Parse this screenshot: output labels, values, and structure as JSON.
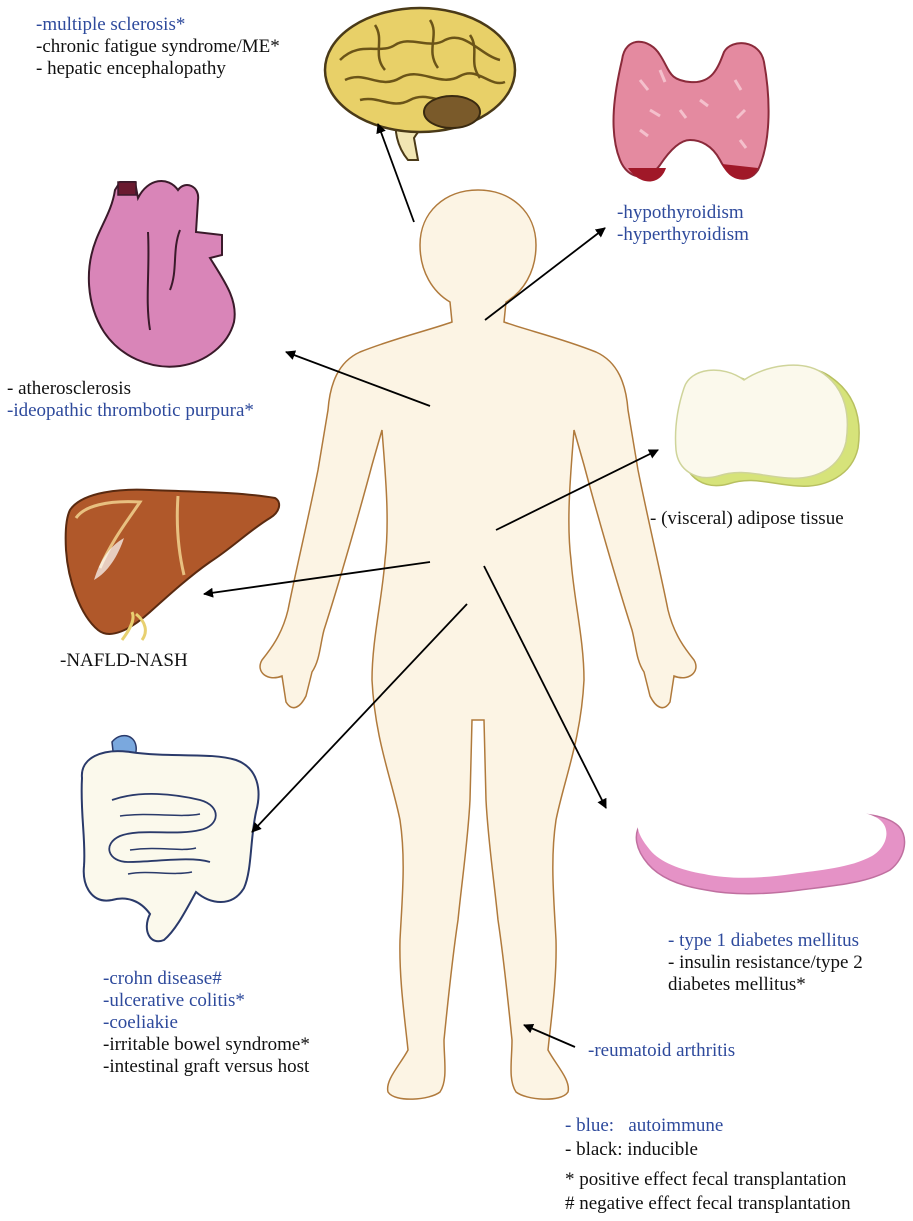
{
  "colors": {
    "autoimmune": "#2e4a9c",
    "inducible": "#111111",
    "body_fill": "#fcf4e4",
    "body_outline": "#b07a3c"
  },
  "organs": {
    "brain": {
      "icon": "brain-icon",
      "labels": [
        {
          "text": "-multiple sclerosis*",
          "category": "autoimmune"
        },
        {
          "text": "-chronic fatigue syndrome/ME*",
          "category": "inducible"
        },
        {
          "text": "- hepatic encephalopathy",
          "category": "inducible"
        }
      ]
    },
    "thyroid": {
      "icon": "thyroid-icon",
      "labels": [
        {
          "text": "-hypothyroidism",
          "category": "autoimmune"
        },
        {
          "text": "-hyperthyroidism",
          "category": "autoimmune"
        }
      ]
    },
    "heart": {
      "icon": "heart-icon",
      "labels": [
        {
          "text": "- atherosclerosis",
          "category": "inducible"
        },
        {
          "text": "-ideopathic thrombotic purpura*",
          "category": "autoimmune"
        }
      ]
    },
    "adipose": {
      "icon": "adipose-tissue-icon",
      "labels": [
        {
          "text": "- (visceral) adipose tissue",
          "category": "inducible"
        }
      ]
    },
    "liver": {
      "icon": "liver-icon",
      "labels": [
        {
          "text": "-NAFLD-NASH",
          "category": "inducible"
        }
      ]
    },
    "intestine": {
      "icon": "intestine-icon",
      "labels": [
        {
          "text": "-crohn disease#",
          "category": "autoimmune"
        },
        {
          "text": "-ulcerative colitis*",
          "category": "autoimmune"
        },
        {
          "text": "-coeliakie",
          "category": "autoimmune"
        },
        {
          "text": "-irritable bowel syndrome*",
          "category": "inducible"
        },
        {
          "text": "-intestinal graft versus host",
          "category": "inducible"
        }
      ]
    },
    "pancreas": {
      "icon": "pancreas-icon",
      "labels": [
        {
          "text": "- type 1 diabetes mellitus",
          "category": "autoimmune"
        },
        {
          "text": "- insulin resistance/type 2",
          "category": "inducible"
        },
        {
          "text": "diabetes mellitus*",
          "category": "inducible"
        }
      ]
    },
    "joint": {
      "icon": "joint-arrow-icon",
      "labels": [
        {
          "text": "-reumatoid arthritis",
          "category": "autoimmune"
        }
      ]
    }
  },
  "legend": {
    "blue_label": "- blue:   autoimmune",
    "black_label": "- black: inducible",
    "positive_note": "* positive effect fecal transplantation",
    "negative_note": "# negative effect fecal transplantation"
  }
}
